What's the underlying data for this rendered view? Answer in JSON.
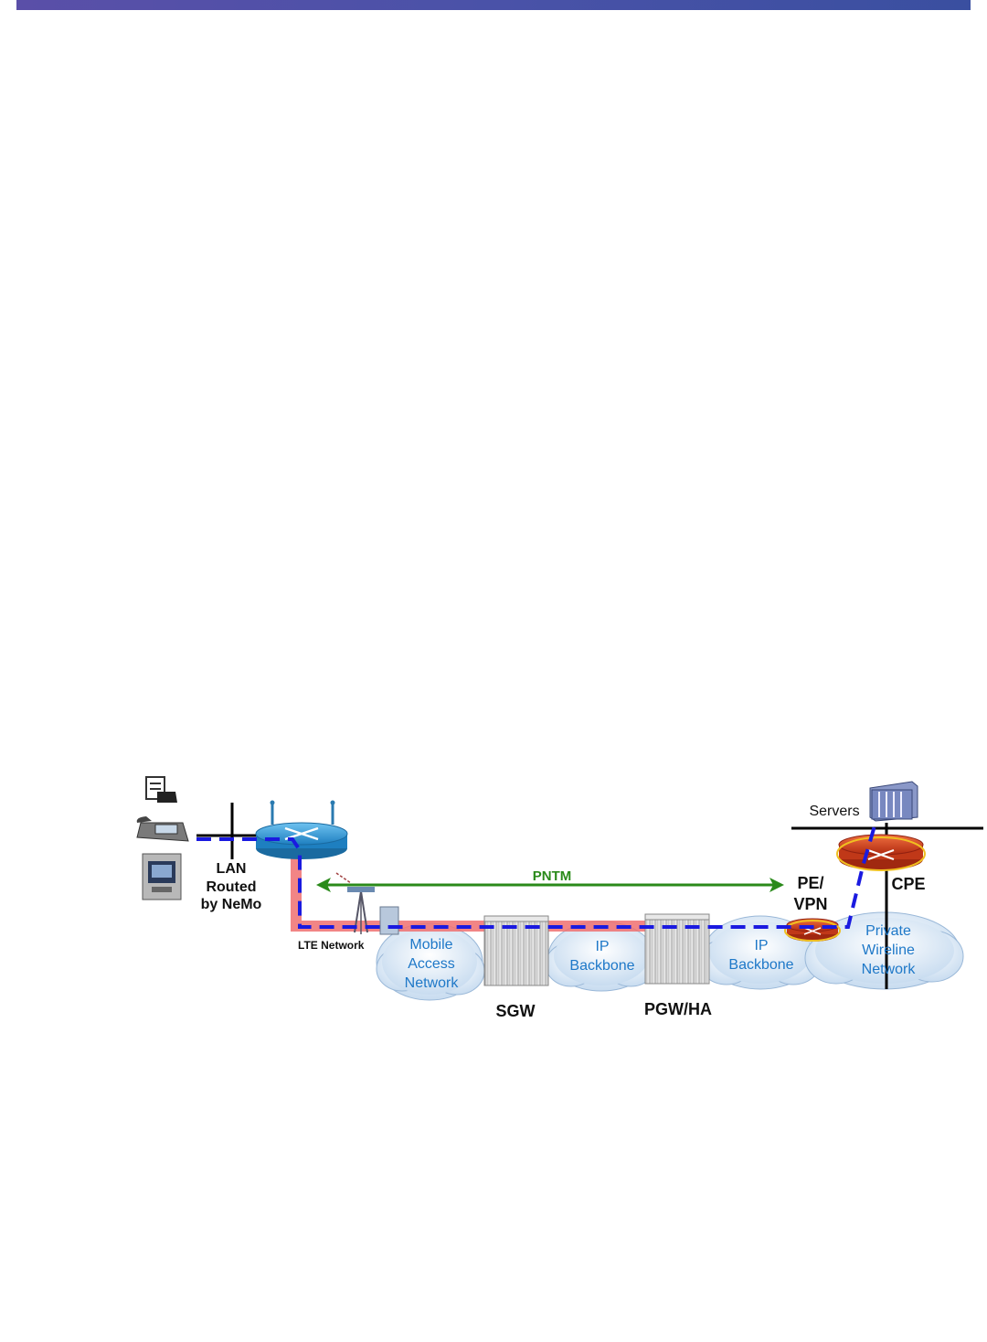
{
  "labels": {
    "lan_line1": "LAN",
    "lan_line2": "Routed",
    "lan_line3": "by NeMo",
    "lte_network": "LTE Network",
    "pntm": "PNTM",
    "pe_line1": "PE/",
    "pe_line2": "VPN",
    "servers": "Servers",
    "cpe": "CPE",
    "sgw": "SGW",
    "pgw": "PGW/HA"
  },
  "clouds": {
    "mobile_access": [
      "Mobile",
      "Access",
      "Network"
    ],
    "ip_backbone_1": [
      "IP",
      "Backbone"
    ],
    "ip_backbone_2": [
      "IP",
      "Backbone"
    ],
    "private_wireline": [
      "Private",
      "Wireline",
      "Network"
    ]
  },
  "colors": {
    "header_bar": "#4a52a8",
    "tunnel_red": "#f07070",
    "dashed_blue": "#1a1ae0",
    "pntm_green": "#2a8a1a",
    "cloud_text": "#1e78c8"
  },
  "icons": [
    "pos-terminal-icon",
    "ip-phone-icon",
    "atm-icon",
    "wireless-router-icon",
    "cell-tower-icon",
    "server-rack-icon",
    "red-router-icon"
  ]
}
